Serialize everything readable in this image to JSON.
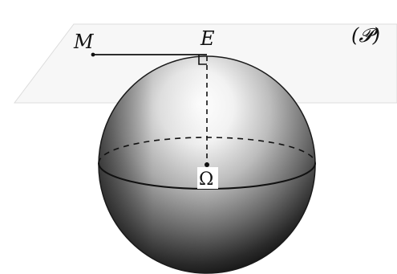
{
  "diagram": {
    "plane_label": "(𝓟)",
    "points": {
      "M": "M",
      "E": "E",
      "center": "Ω"
    }
  }
}
